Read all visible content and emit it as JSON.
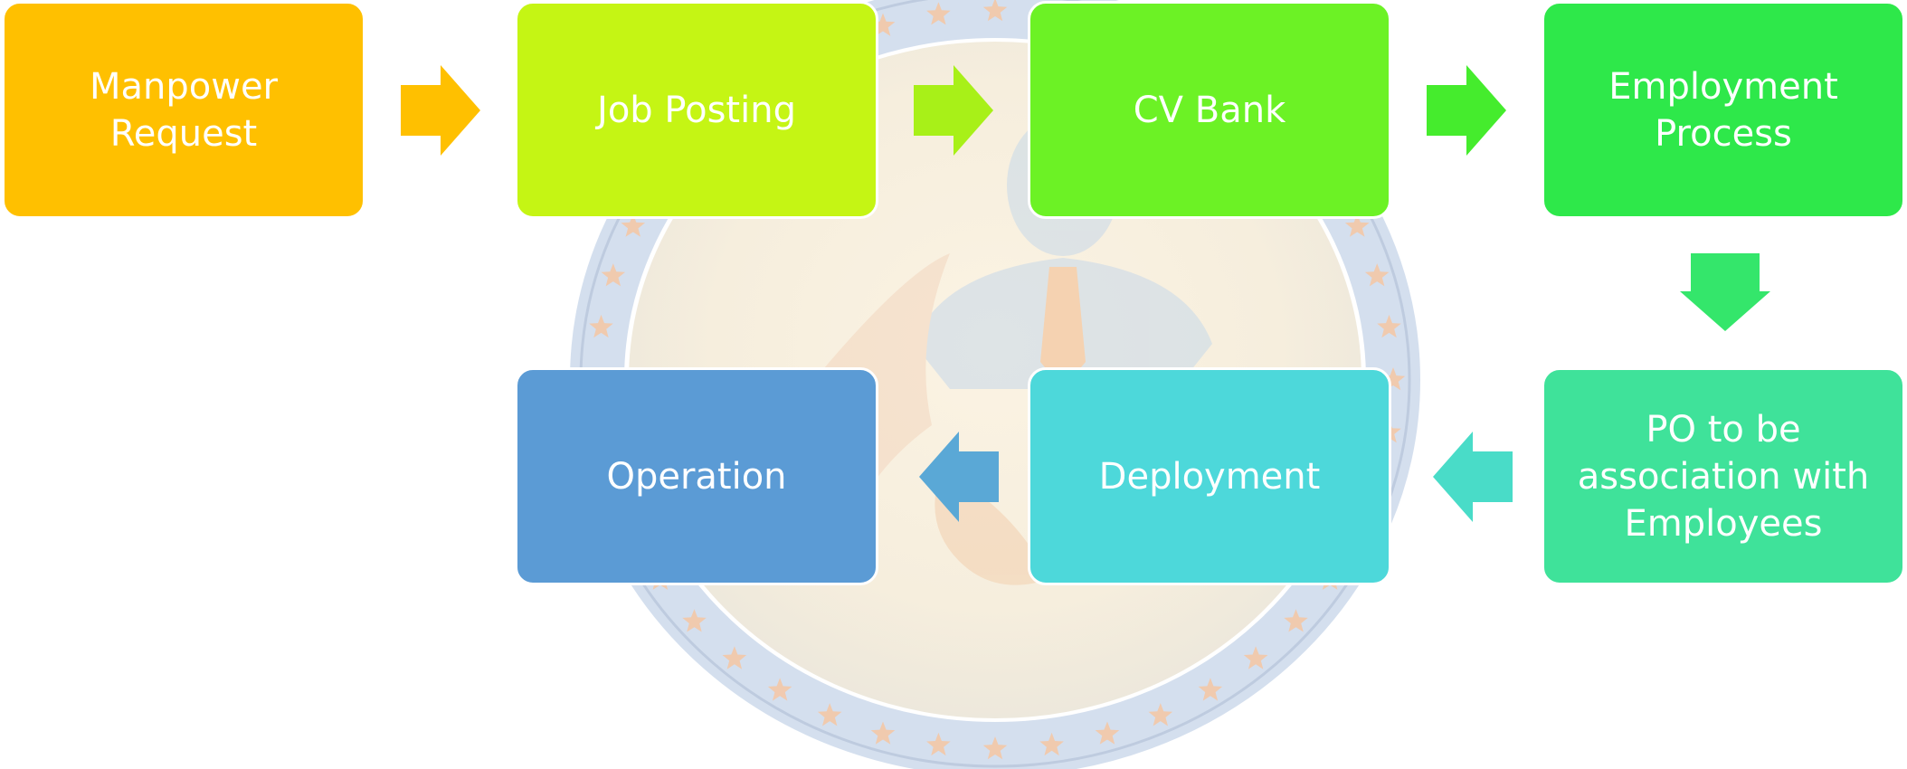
{
  "steps": [
    {
      "id": "manpower-request",
      "label": "Manpower\nRequest",
      "color": "#FFC000"
    },
    {
      "id": "job-posting",
      "label": "Job Posting",
      "color": "#C5F514"
    },
    {
      "id": "cv-bank",
      "label": "CV Bank",
      "color": "#6CF225"
    },
    {
      "id": "employment-process",
      "label": "Employment\nProcess",
      "color": "#2EE84A"
    },
    {
      "id": "po-association",
      "label": "PO to be\nassociation with\nEmployees",
      "color": "#3FE29A"
    },
    {
      "id": "deployment",
      "label": "Deployment",
      "color": "#4DD8DA"
    },
    {
      "id": "operation",
      "label": "Operation",
      "color": "#5B9BD5"
    }
  ],
  "connectors": [
    {
      "from": "manpower-request",
      "to": "job-posting",
      "direction": "right",
      "color": "#FFC000"
    },
    {
      "from": "job-posting",
      "to": "cv-bank",
      "direction": "right",
      "color": "#A8F018"
    },
    {
      "from": "cv-bank",
      "to": "employment-process",
      "direction": "right",
      "color": "#45EC2D"
    },
    {
      "from": "employment-process",
      "to": "po-association",
      "direction": "down",
      "color": "#34E66B"
    },
    {
      "from": "po-association",
      "to": "deployment",
      "direction": "left",
      "color": "#49DCC8"
    },
    {
      "from": "deployment",
      "to": "operation",
      "direction": "left",
      "color": "#5AA8D6"
    }
  ],
  "watermark": {
    "type": "seal-emblem",
    "ring_color": "#203864"
  }
}
